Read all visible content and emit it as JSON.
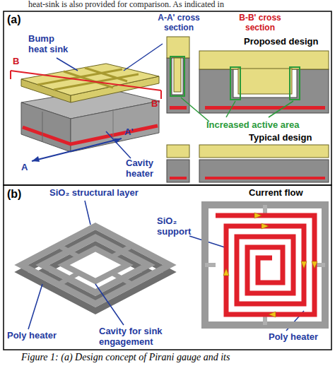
{
  "diagram": {
    "caption": "Figure 1: (a) Design concept of Pirani gauge and its",
    "labels": [
      "heat-sink is also provided for comparison. As indicated in",
      "(a)",
      "Bump heat sink",
      "A-A' cross section",
      "B-B' cross section",
      "Proposed design",
      "B",
      "A'",
      "B'",
      "A",
      "Cavity heater",
      "Increased active area",
      "Typical design",
      "(b)",
      "SiO₂ structural layer",
      "Current flow",
      "SiO₂ support",
      "Poly heater",
      "Cavity for sink engagement",
      "Poly heater"
    ]
  }
}
